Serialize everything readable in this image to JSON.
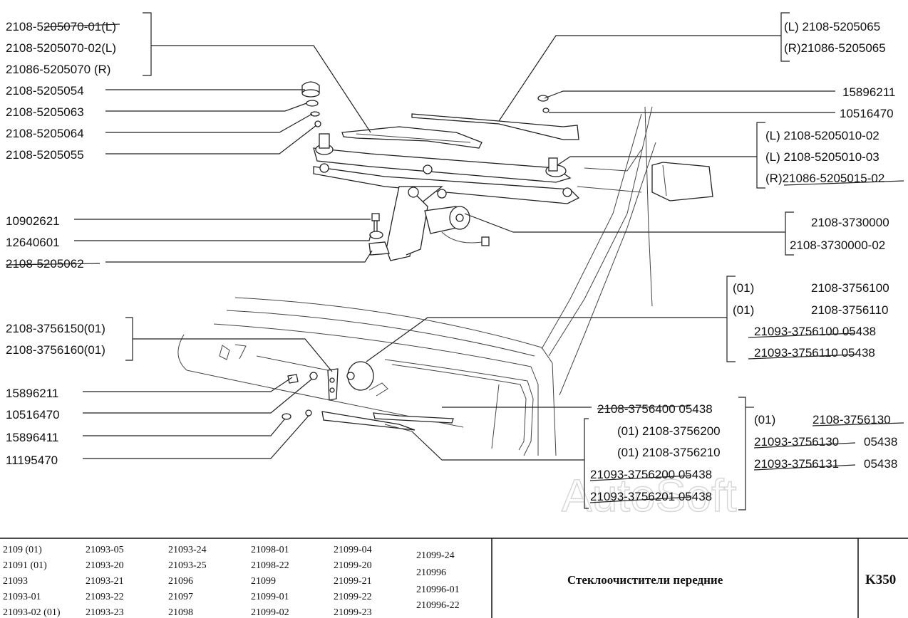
{
  "watermark": "AutoSoft",
  "left_labels": [
    {
      "text": "2108-5205070-01(L)"
    },
    {
      "text": "2108-5205070-02(L)"
    },
    {
      "text": "21086-5205070   (R)"
    },
    {
      "text": "2108-5205054"
    },
    {
      "text": "2108-5205063"
    },
    {
      "text": "2108-5205064"
    },
    {
      "text": "2108-5205055"
    },
    {
      "text": "10902621"
    },
    {
      "text": "12640601"
    },
    {
      "text": "2108-5205062"
    },
    {
      "text": "2108-3756150(01)"
    },
    {
      "text": "2108-3756160(01)"
    },
    {
      "text": "15896211"
    },
    {
      "text": "10516470"
    },
    {
      "text": "15896411"
    },
    {
      "text": "11195470"
    }
  ],
  "right_labels": [
    {
      "text": "(L)   2108-5205065"
    },
    {
      "text": "(R)21086-5205065"
    },
    {
      "text": "15896211"
    },
    {
      "text": "10516470"
    },
    {
      "text": "(L)  2108-5205010-02"
    },
    {
      "text": "(L)  2108-5205010-03"
    },
    {
      "text": "(R)21086-5205015-02"
    },
    {
      "text": "2108-3730000"
    },
    {
      "text": "2108-3730000-02"
    },
    {
      "text": "(01)"
    },
    {
      "text": "2108-3756100"
    },
    {
      "text": "(01)"
    },
    {
      "text": "2108-3756110"
    },
    {
      "text": "21093-3756100  05438"
    },
    {
      "text": "21093-3756110  05438"
    },
    {
      "text": "2108-3756400  05438"
    },
    {
      "text": "(01) 2108-3756200"
    },
    {
      "text": "(01) 2108-3756210"
    },
    {
      "text": "21093-3756200  05438"
    },
    {
      "text": "21093-3756201  05438"
    },
    {
      "text": "(01)"
    },
    {
      "text": "2108-3756130"
    },
    {
      "text": "21093-3756130"
    },
    {
      "text": "05438"
    },
    {
      "text": "21093-3756131"
    },
    {
      "text": "05438"
    }
  ],
  "footer": {
    "models": [
      "2109 (01)",
      "21091 (01)",
      "21093",
      "21093-01",
      "21093-02 (01)",
      "21093-05",
      "21093-20",
      "21093-21",
      "21093-22",
      "21093-23",
      "21093-24",
      "21093-25",
      "21096",
      "21097",
      "21098",
      "21098-01",
      "21098-22",
      "21099",
      "21099-01",
      "21099-02",
      "21099-04",
      "21099-20",
      "21099-21",
      "21099-22",
      "21099-23",
      "21099-24",
      "210996",
      "210996-01",
      "210996-22"
    ],
    "title": "Стеклоочистители передние",
    "code": "K350"
  }
}
